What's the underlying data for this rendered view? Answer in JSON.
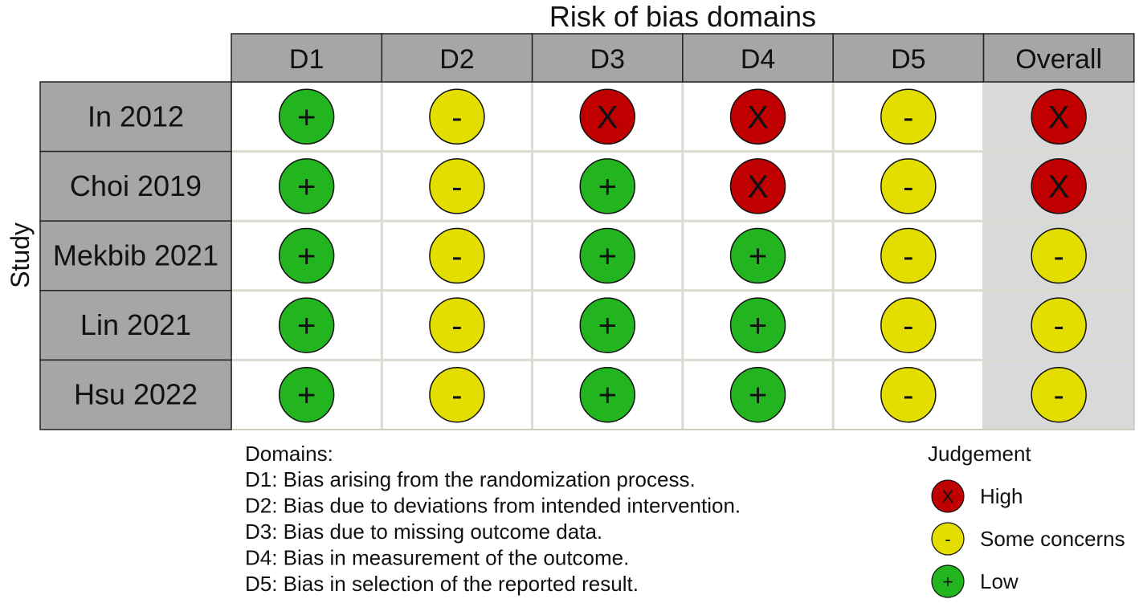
{
  "chart_data": {
    "type": "table",
    "title": "Risk of bias domains",
    "ylabel": "Study",
    "domains": [
      "D1",
      "D2",
      "D3",
      "D4",
      "D5",
      "Overall"
    ],
    "studies": [
      "In 2012",
      "Choi 2019",
      "Mekbib 2021",
      "Lin 2021",
      "Hsu 2022"
    ],
    "judgements": [
      [
        "low",
        "some",
        "high",
        "high",
        "some",
        "high"
      ],
      [
        "low",
        "some",
        "low",
        "high",
        "some",
        "high"
      ],
      [
        "low",
        "some",
        "low",
        "low",
        "some",
        "some"
      ],
      [
        "low",
        "some",
        "low",
        "low",
        "some",
        "some"
      ],
      [
        "low",
        "some",
        "low",
        "low",
        "some",
        "some"
      ]
    ],
    "symbols": {
      "high": "X",
      "some": "-",
      "low": "+"
    },
    "colors": {
      "high": "#c00000",
      "some": "#e3de00",
      "low": "#22b520",
      "header_bg": "#a6a6a6",
      "overall_bg": "#d9d9d9"
    },
    "domain_notes": {
      "heading": "Domains:",
      "items": [
        "D1: Bias arising from the randomization process.",
        "D2: Bias due to deviations from intended intervention.",
        "D3: Bias due to missing outcome data.",
        "D4: Bias in measurement of the outcome.",
        "D5: Bias in selection of the reported result."
      ]
    },
    "legend": {
      "title": "Judgement",
      "items": [
        {
          "key": "high",
          "label": "High"
        },
        {
          "key": "some",
          "label": "Some concerns"
        },
        {
          "key": "low",
          "label": "Low"
        }
      ]
    }
  }
}
